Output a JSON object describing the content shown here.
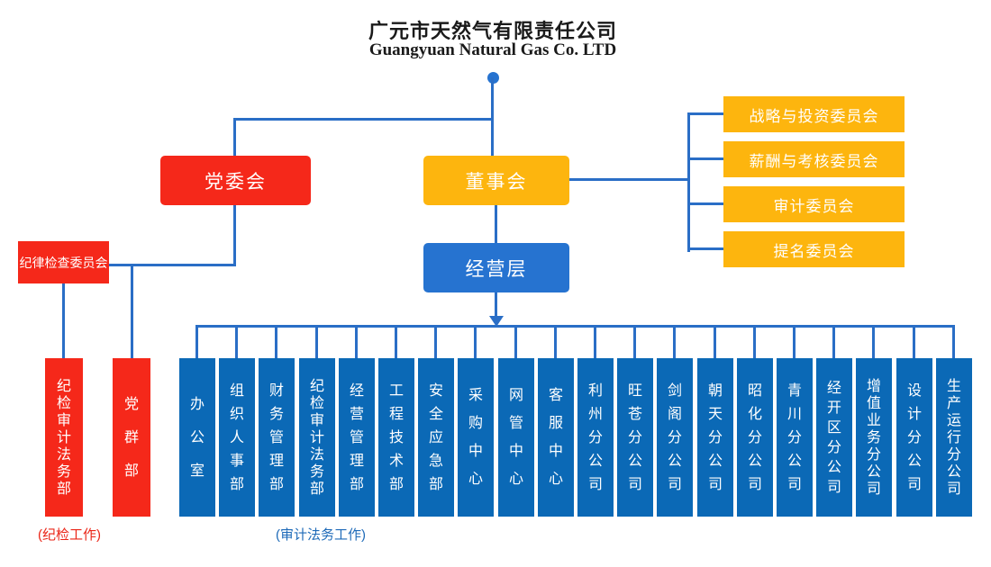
{
  "title": {
    "zh": "广元市天然气有限责任公司",
    "en": "Guangyuan Natural Gas Co. LTD"
  },
  "nodes": {
    "party_committee": "党委会",
    "board_of_directors": "董事会",
    "management_level": "经营层",
    "discipline_inspection_committee": "纪律检查委员会"
  },
  "board_committees": [
    "战略与投资委员会",
    "薪酬与考核委员会",
    "审计委员会",
    "提名委员会"
  ],
  "party_departments": [
    "纪检审计法务部",
    "党群部"
  ],
  "departments": [
    "办公室",
    "组织人事部",
    "财务管理部",
    "纪检审计法务部",
    "经营管理部",
    "工程技术部",
    "安全应急部",
    "采购中心",
    "网管中心",
    "客服中心",
    "利州分公司",
    "旺苍分公司",
    "剑阁分公司",
    "朝天分公司",
    "昭化分公司",
    "青川分公司",
    "经开区分公司",
    "增值业务分公司",
    "设计分公司",
    "生产运行分公司"
  ],
  "footnotes": {
    "discipline": "(纪检工作)",
    "audit_legal": "(审计法务工作)"
  },
  "colors": {
    "red": "#f5281a",
    "yellow": "#fdb50e",
    "department_blue": "#0b69b6",
    "management_blue": "#2673d0",
    "connector_line": "#2a6ec6"
  }
}
